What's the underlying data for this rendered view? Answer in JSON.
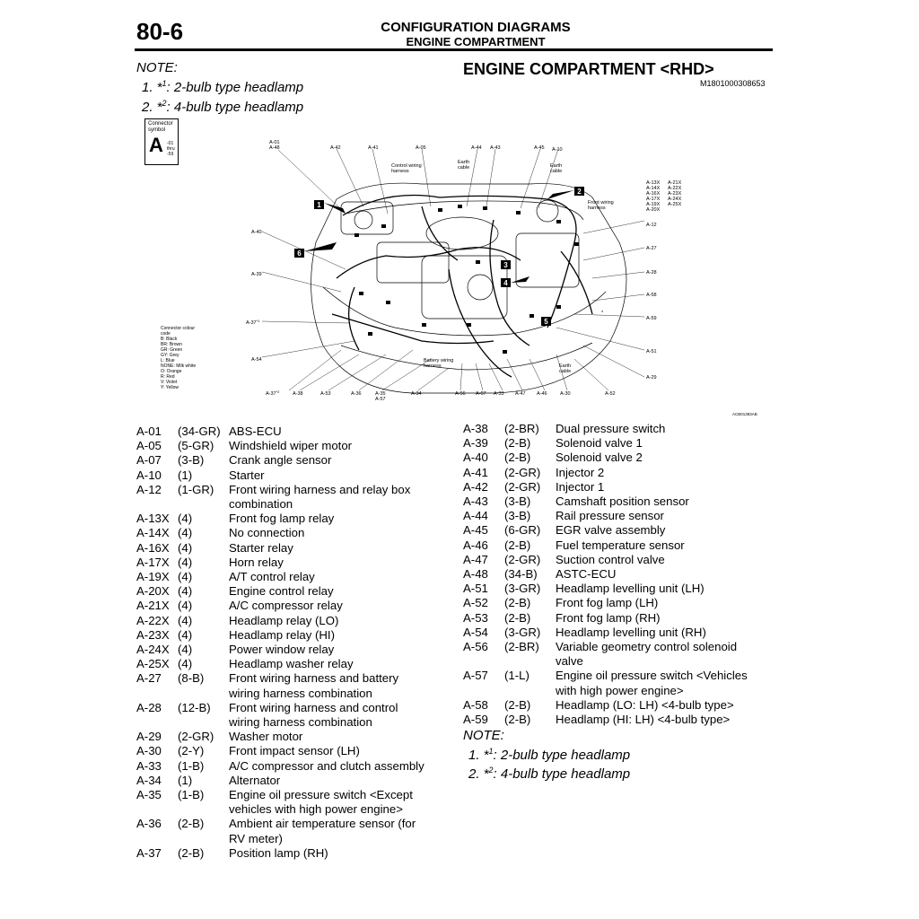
{
  "header": {
    "page_number": "80-6",
    "title": "CONFIGURATION DIAGRAMS",
    "subtitle": "ENGINE COMPARTMENT",
    "section_title": "ENGINE COMPARTMENT <RHD>",
    "ref_code": "M1801000308653"
  },
  "notes": {
    "label": "NOTE:",
    "n1_prefix": "1. *",
    "n1_sup": "1",
    "n1_text": ": 2-bulb type headlamp",
    "n2_prefix": "2. *",
    "n2_sup": "2",
    "n2_text": ": 4-bulb type headlamp"
  },
  "connector_symbol": {
    "label_1": "Connector",
    "label_2": "symbol",
    "letter": "A",
    "range_1": "-01",
    "range_2": "thru",
    "range_3": "-59"
  },
  "diagram": {
    "image_code": "ACB01383AB",
    "colour_code": [
      "Connector colour",
      "code",
      "B: Black",
      "BR: Brown",
      "GR: Green",
      "GY: Grey",
      "L: Blue",
      "NONE: Milk white",
      "O: Orange",
      "R: Red",
      "V: Violet",
      "Y: Yellow"
    ],
    "callouts": [
      "1",
      "2",
      "3",
      "4",
      "5",
      "6"
    ],
    "labels": {
      "a01": "A-01",
      "a48": "A-48",
      "a42": "A-42",
      "a41": "A-41",
      "a05": "A-05",
      "a44": "A-44",
      "a43": "A-43",
      "a45": "A-45",
      "a10": "A-10",
      "cwh1": "Control wiring",
      "cwh2": "harness",
      "ec1a": "Earth",
      "ec1b": "cable",
      "ec2a": "Earth",
      "ec2b": "cable",
      "relays": [
        "A-13X",
        "A-14X",
        "A-16X",
        "A-17X",
        "A-19X",
        "A-20X"
      ],
      "relays2": [
        "A-21X",
        "A-22X",
        "A-23X",
        "A-24X",
        "A-25X"
      ],
      "fwh1": "Front wiring",
      "fwh2": "harness",
      "a12": "A-12",
      "a27": "A-27",
      "a28": "A-28",
      "a58": "A-58",
      "a59": "A-59",
      "a51": "A-51",
      "a29": "A-29",
      "a40": "A-40",
      "a39": "A-39",
      "a37a": "A-37",
      "a54": "A-54",
      "star": "*",
      "bwh1": "Battery wiring",
      "bwh2": "harness",
      "ec3a": "Earth",
      "ec3b": "cable",
      "a37b": "A-37",
      "a38": "A-38",
      "a53": "A-53",
      "a36": "A-36",
      "a35": "A-35",
      "a57": "A-57",
      "a34": "A-34",
      "a56": "A-56",
      "a07": "A-07",
      "a33": "A-33",
      "a47": "A-47",
      "a46": "A-46",
      "a30": "A-30",
      "a52": "A-52",
      "sup1": "*1",
      "sup2": "*2"
    }
  },
  "left_list": [
    {
      "code": "A-01",
      "color": "(34-GR)",
      "desc": "ABS-ECU"
    },
    {
      "code": "A-05",
      "color": "(5-GR)",
      "desc": "Windshield wiper motor"
    },
    {
      "code": "A-07",
      "color": "(3-B)",
      "desc": "Crank angle sensor"
    },
    {
      "code": "A-10",
      "color": "(1)",
      "desc": "Starter"
    },
    {
      "code": "A-12",
      "color": "(1-GR)",
      "desc": "Front wiring harness and relay box",
      "desc2": "combination"
    },
    {
      "code": "A-13X",
      "color": "(4)",
      "desc": "Front fog lamp relay"
    },
    {
      "code": "A-14X",
      "color": "(4)",
      "desc": "No connection"
    },
    {
      "code": "A-16X",
      "color": "(4)",
      "desc": "Starter relay"
    },
    {
      "code": "A-17X",
      "color": "(4)",
      "desc": "Horn relay"
    },
    {
      "code": "A-19X",
      "color": "(4)",
      "desc": "A/T control relay"
    },
    {
      "code": "A-20X",
      "color": "(4)",
      "desc": "Engine control relay"
    },
    {
      "code": "A-21X",
      "color": "(4)",
      "desc": "A/C compressor relay"
    },
    {
      "code": "A-22X",
      "color": "(4)",
      "desc": "Headlamp relay (LO)"
    },
    {
      "code": "A-23X",
      "color": "(4)",
      "desc": "Headlamp relay (HI)"
    },
    {
      "code": "A-24X",
      "color": "(4)",
      "desc": "Power window relay"
    },
    {
      "code": "A-25X",
      "color": "(4)",
      "desc": "Headlamp washer relay"
    },
    {
      "code": "A-27",
      "color": "(8-B)",
      "desc": "Front wiring harness and battery",
      "desc2": "wiring harness combination"
    },
    {
      "code": "A-28",
      "color": "(12-B)",
      "desc": "Front wiring harness and control",
      "desc2": "wiring harness combination"
    },
    {
      "code": "A-29",
      "color": "(2-GR)",
      "desc": "Washer motor"
    },
    {
      "code": "A-30",
      "color": "(2-Y)",
      "desc": "Front impact sensor (LH)"
    },
    {
      "code": "A-33",
      "color": "(1-B)",
      "desc": "A/C compressor and clutch assembly"
    },
    {
      "code": "A-34",
      "color": "(1)",
      "desc": "Alternator"
    },
    {
      "code": "A-35",
      "color": "(1-B)",
      "desc": "Engine oil pressure switch <Except",
      "desc2": "vehicles with high power engine>"
    },
    {
      "code": "A-36",
      "color": "(2-B)",
      "desc": "Ambient air temperature sensor (for",
      "desc2": "RV meter)"
    },
    {
      "code": "A-37",
      "color": "(2-B)",
      "desc": "Position lamp (RH)"
    }
  ],
  "right_list": [
    {
      "code": "A-38",
      "color": "(2-BR)",
      "desc": "Dual pressure switch"
    },
    {
      "code": "A-39",
      "color": "(2-B)",
      "desc": "Solenoid valve 1"
    },
    {
      "code": "A-40",
      "color": "(2-B)",
      "desc": "Solenoid valve 2"
    },
    {
      "code": "A-41",
      "color": "(2-GR)",
      "desc": "Injector 2"
    },
    {
      "code": "A-42",
      "color": "(2-GR)",
      "desc": "Injector 1"
    },
    {
      "code": "A-43",
      "color": "(3-B)",
      "desc": "Camshaft position sensor"
    },
    {
      "code": "A-44",
      "color": "(3-B)",
      "desc": "Rail pressure sensor"
    },
    {
      "code": "A-45",
      "color": "(6-GR)",
      "desc": "EGR valve assembly"
    },
    {
      "code": "A-46",
      "color": "(2-B)",
      "desc": "Fuel temperature sensor"
    },
    {
      "code": "A-47",
      "color": "(2-GR)",
      "desc": "Suction control valve"
    },
    {
      "code": "A-48",
      "color": "(34-B)",
      "desc": "ASTC-ECU"
    },
    {
      "code": "A-51",
      "color": "(3-GR)",
      "desc": "Headlamp levelling unit (LH)"
    },
    {
      "code": "A-52",
      "color": "(2-B)",
      "desc": "Front fog lamp (LH)"
    },
    {
      "code": "A-53",
      "color": "(2-B)",
      "desc": "Front fog lamp (RH)"
    },
    {
      "code": "A-54",
      "color": "(3-GR)",
      "desc": "Headlamp levelling unit (RH)"
    },
    {
      "code": "A-56",
      "color": "(2-BR)",
      "desc": "Variable geometry control solenoid",
      "desc2": "valve"
    },
    {
      "code": "A-57",
      "color": "(1-L)",
      "desc": "Engine oil pressure switch <Vehicles",
      "desc2": "with high power engine>"
    },
    {
      "code": "A-58",
      "color": "(2-B)",
      "desc": "Headlamp (LO: LH) <4-bulb type>"
    },
    {
      "code": "A-59",
      "color": "(2-B)",
      "desc": "Headlamp (HI: LH) <4-bulb type>"
    }
  ]
}
